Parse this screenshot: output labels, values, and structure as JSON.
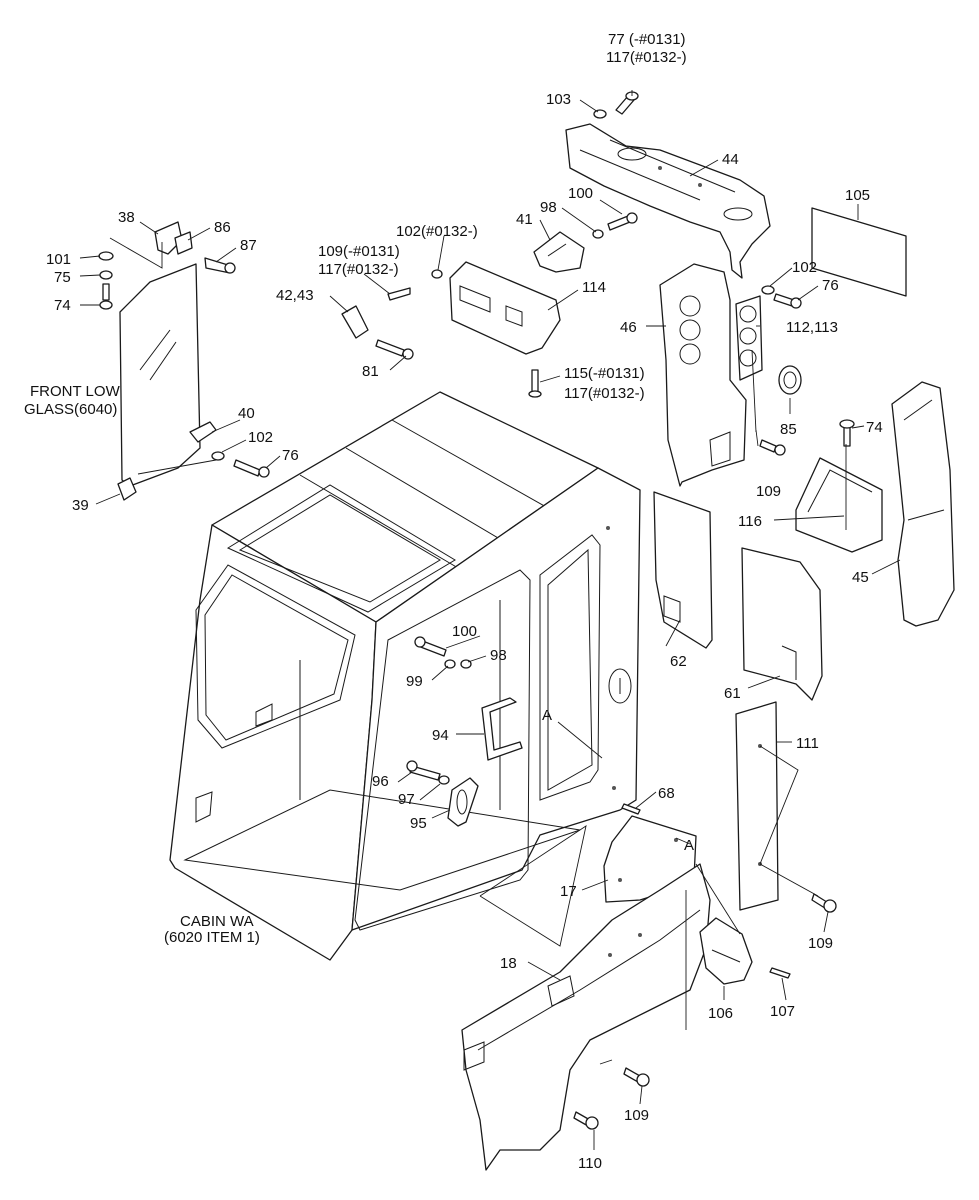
{
  "callouts": [
    {
      "id": "l77a",
      "text": "77 (-#0131)"
    },
    {
      "id": "l77b",
      "text": "117(#0132-)"
    },
    {
      "id": "l103",
      "text": "103"
    },
    {
      "id": "l44",
      "text": "44"
    },
    {
      "id": "l100a",
      "text": "100"
    },
    {
      "id": "l98a",
      "text": "98"
    },
    {
      "id": "l41",
      "text": "41"
    },
    {
      "id": "l105",
      "text": "105"
    },
    {
      "id": "l38",
      "text": "38"
    },
    {
      "id": "l86",
      "text": "86"
    },
    {
      "id": "l87",
      "text": "87"
    },
    {
      "id": "l101",
      "text": "101"
    },
    {
      "id": "l75",
      "text": "75"
    },
    {
      "id": "l74a",
      "text": "74"
    },
    {
      "id": "l102a",
      "text": "102(#0132-)"
    },
    {
      "id": "l109a",
      "text": "109(-#0131)"
    },
    {
      "id": "l117a",
      "text": "117(#0132-)"
    },
    {
      "id": "l4243",
      "text": "42,43"
    },
    {
      "id": "l114",
      "text": "114"
    },
    {
      "id": "l81",
      "text": "81"
    },
    {
      "id": "l115",
      "text": "115(-#0131)"
    },
    {
      "id": "l117b",
      "text": "117(#0132-)"
    },
    {
      "id": "l102b",
      "text": "102"
    },
    {
      "id": "l76a",
      "text": "76"
    },
    {
      "id": "l46",
      "text": "46"
    },
    {
      "id": "l112",
      "text": "112,113"
    },
    {
      "id": "lfg1",
      "text": "FRONT LOW"
    },
    {
      "id": "lfg2",
      "text": "GLASS(6040)"
    },
    {
      "id": "l40",
      "text": "40"
    },
    {
      "id": "l102c",
      "text": "102"
    },
    {
      "id": "l76b",
      "text": "76"
    },
    {
      "id": "l39",
      "text": "39"
    },
    {
      "id": "l85",
      "text": "85"
    },
    {
      "id": "l74b",
      "text": "74"
    },
    {
      "id": "l109b",
      "text": "109"
    },
    {
      "id": "l116",
      "text": "116"
    },
    {
      "id": "l45",
      "text": "45"
    },
    {
      "id": "l100b",
      "text": "100"
    },
    {
      "id": "l98b",
      "text": "98"
    },
    {
      "id": "l99",
      "text": "99"
    },
    {
      "id": "l62",
      "text": "62"
    },
    {
      "id": "l61",
      "text": "61"
    },
    {
      "id": "lA1",
      "text": "A"
    },
    {
      "id": "l94",
      "text": "94"
    },
    {
      "id": "l111",
      "text": "111"
    },
    {
      "id": "l96",
      "text": "96"
    },
    {
      "id": "l97",
      "text": "97"
    },
    {
      "id": "l95",
      "text": "95"
    },
    {
      "id": "l68",
      "text": "68"
    },
    {
      "id": "lA2",
      "text": "A"
    },
    {
      "id": "l17",
      "text": "17"
    },
    {
      "id": "l109c",
      "text": "109"
    },
    {
      "id": "lcab1",
      "text": "CABIN WA"
    },
    {
      "id": "lcab2",
      "text": "(6020 ITEM 1)"
    },
    {
      "id": "l18",
      "text": "18"
    },
    {
      "id": "l106",
      "text": "106"
    },
    {
      "id": "l107",
      "text": "107"
    },
    {
      "id": "l109d",
      "text": "109"
    },
    {
      "id": "l110",
      "text": "110"
    }
  ]
}
